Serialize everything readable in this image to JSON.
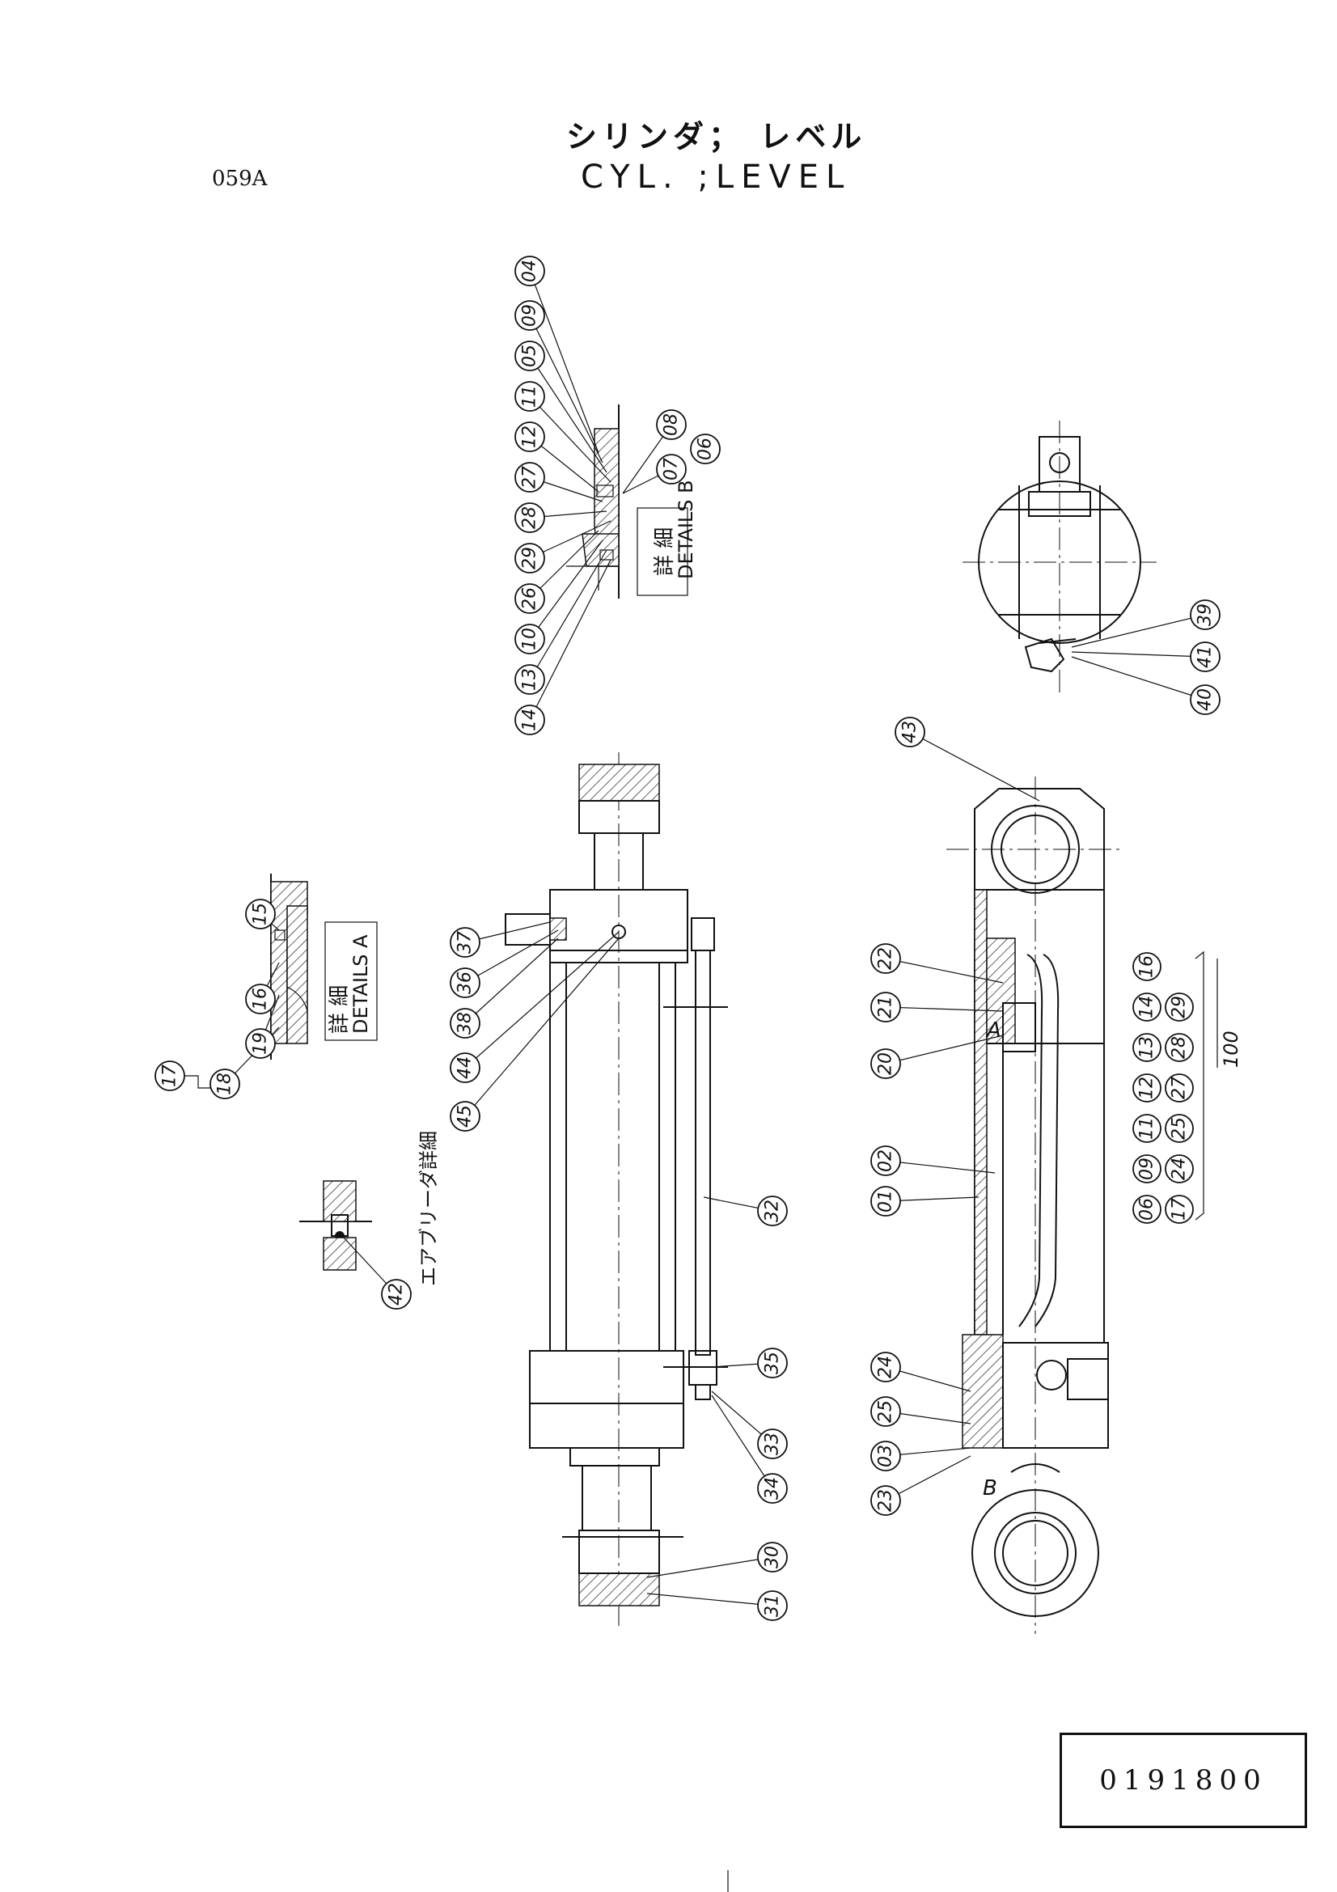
{
  "header": {
    "title_jp": "シリンダ； レベル",
    "title_en": "CYL. ;LEVEL",
    "sheet_code": "059A"
  },
  "part_number": "0191800",
  "details": {
    "a_jp": "詳 細",
    "a_en": "DETAILS A",
    "b_jp": "詳 細",
    "b_en": "DETAILS B",
    "air_bleed": "エアブリーダ詳細"
  },
  "section_markers": {
    "a": "A",
    "b": "B"
  },
  "kit": {
    "row1": [
      "06",
      "09",
      "11",
      "12",
      "13",
      "14",
      "16"
    ],
    "row2": [
      "17",
      "24",
      "25",
      "27",
      "28",
      "29"
    ],
    "suffix": "100"
  },
  "callouts": {
    "detail_b_column": [
      "04",
      "09",
      "05",
      "11",
      "12",
      "27",
      "28",
      "29",
      "26",
      "10",
      "13",
      "14"
    ],
    "detail_b_right": [
      "08",
      "07",
      "06"
    ],
    "detail_a": [
      "15",
      "16",
      "19",
      "18",
      "17"
    ],
    "air_bleed": [
      "42"
    ],
    "end_view": [
      "39",
      "41",
      "40"
    ],
    "side_view": [
      "37",
      "36",
      "38",
      "44",
      "45",
      "32",
      "35",
      "33",
      "34",
      "30",
      "31"
    ],
    "section_view": [
      "43",
      "22",
      "21",
      "20",
      "02",
      "01",
      "24",
      "25",
      "03",
      "23"
    ]
  }
}
